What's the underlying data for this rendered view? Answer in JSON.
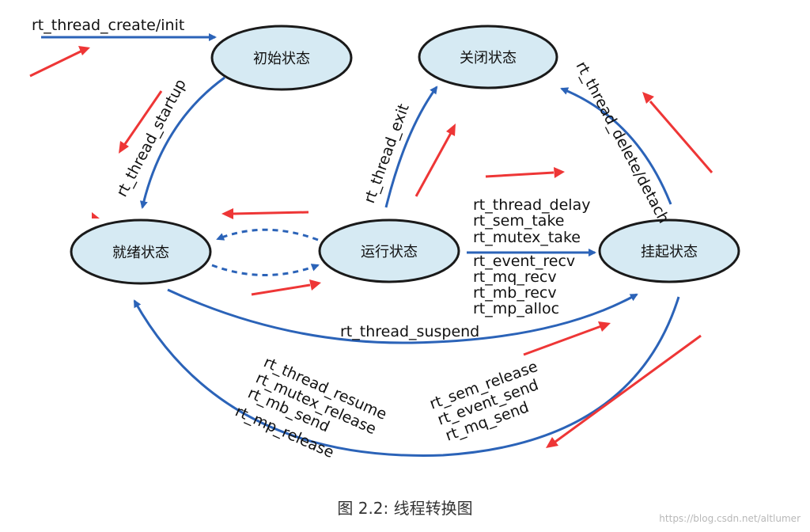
{
  "colors": {
    "state_fill": "#d6eaf3",
    "state_stroke": "#1a1a1a",
    "edge": "#2b63b8",
    "annotation_arrow": "#ee3636"
  },
  "states": {
    "init": "初始状态",
    "closed": "关闭状态",
    "ready": "就绪状态",
    "running": "运行状态",
    "suspended": "挂起状态"
  },
  "edges": {
    "create": "rt_thread_create/init",
    "startup": "rt_thread_startup",
    "exit": "rt_thread_exit",
    "delete": "rt_thread_delete/detach",
    "suspend_calls": [
      "rt_thread_delay",
      "rt_sem_take",
      "rt_mutex_take",
      "rt_event_recv",
      "rt_mq_recv",
      "rt_mb_recv",
      "rt_mp_alloc"
    ],
    "suspend": "rt_thread_suspend",
    "resume_calls": [
      "rt_thread_resume",
      "rt_mutex_release",
      "rt_mb_send",
      "rt_mp_release"
    ],
    "wake_calls": [
      "rt_sem_release",
      "rt_event_send",
      "rt_mq_send"
    ]
  },
  "caption": "图  2.2: 线程转换图",
  "watermark": "https://blog.csdn.net/altlumer"
}
